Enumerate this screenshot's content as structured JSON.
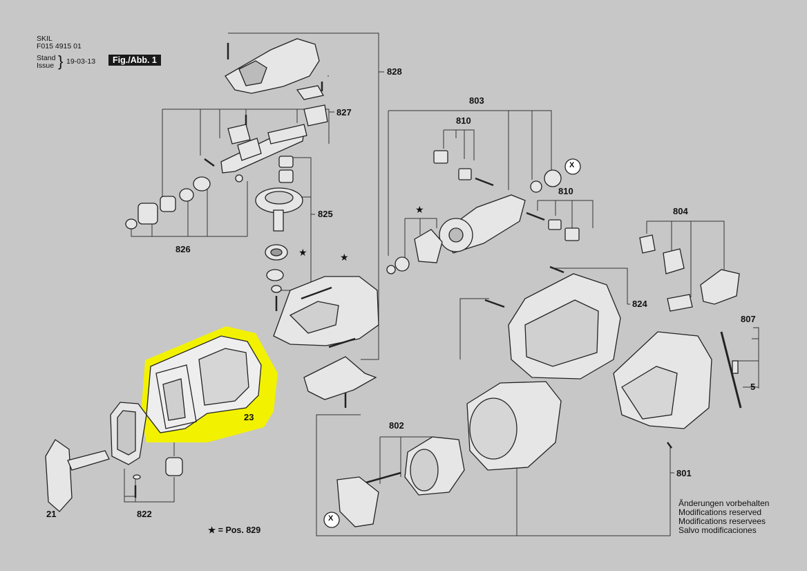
{
  "header": {
    "brand": "SKIL",
    "part_number": "F015 4915 01",
    "stand_label": "Stand",
    "issue_label": "Issue",
    "date": "19-03-13",
    "figure": "Fig./Abb. 1"
  },
  "callouts": {
    "c828": "828",
    "c827": "827",
    "c826": "826",
    "c825": "825",
    "c803": "803",
    "c810a": "810",
    "c810b": "810",
    "cx1": "X",
    "cx2": "X",
    "c804": "804",
    "c824": "824",
    "c807": "807",
    "c5": "5",
    "c802": "802",
    "c801": "801",
    "c23": "23",
    "c21": "21",
    "c822": "822",
    "star_note": "★ = Pos. 829"
  },
  "star_symbol": "★",
  "notes": [
    "Änderungen vorbehalten",
    "Modifications reserved",
    "Modifications reservees",
    "Salvo modificaciones"
  ],
  "colors": {
    "background": "#c7c7c7",
    "highlight": "#f2f200",
    "line": "#111111"
  }
}
